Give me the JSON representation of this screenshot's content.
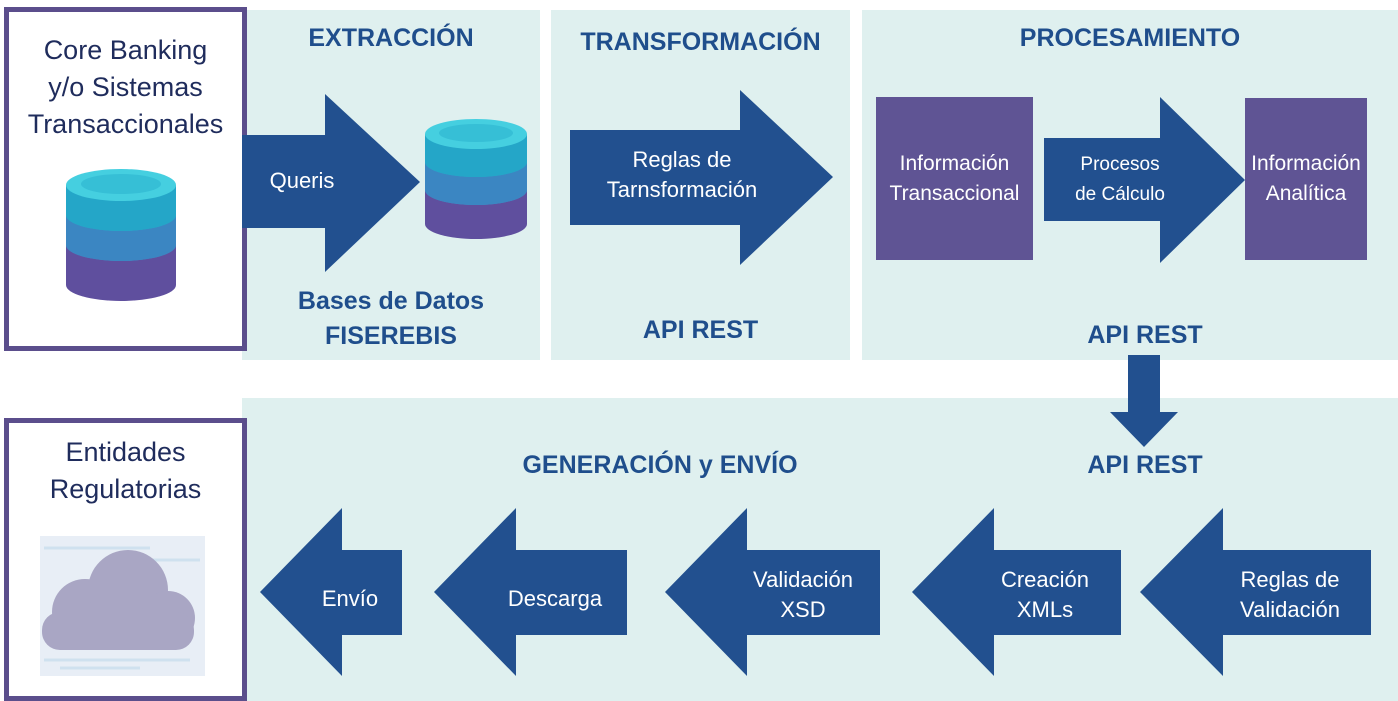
{
  "colors": {
    "panel": "#dff0ef",
    "arrow": "#22508f",
    "purple": "#5f5494",
    "title": "#1f4e8c",
    "border": "#5b4e8c"
  },
  "source": {
    "label_lines": [
      "Core Banking",
      "y/o Sistemas",
      "Transaccionales"
    ],
    "icon": "database-icon"
  },
  "extraccion": {
    "title": "EXTRACCIÓN",
    "arrow_label": "Queris",
    "db_label_lines": [
      "Bases de Datos",
      "FISEREBIS"
    ],
    "icon": "database-icon"
  },
  "transformacion": {
    "title": "TRANSFORMACIÓN",
    "arrow_label_lines": [
      "Reglas de",
      "Tarnsformación"
    ],
    "api": "API REST"
  },
  "procesamiento": {
    "title": "PROCESAMIENTO",
    "left_box_lines": [
      "Información",
      "Transaccional"
    ],
    "arrow_label_lines": [
      "Procesos",
      "de Cálculo"
    ],
    "right_box_lines": [
      "Información",
      "Analítica"
    ],
    "api": "API REST"
  },
  "generacion": {
    "title": "GENERACIÓN y ENVÍO",
    "api": "API REST",
    "steps": [
      {
        "lines": [
          "Reglas de",
          "Validación"
        ]
      },
      {
        "lines": [
          "Creación",
          "XMLs"
        ]
      },
      {
        "lines": [
          "Validación",
          "XSD"
        ]
      },
      {
        "lines": [
          "Descarga"
        ]
      },
      {
        "lines": [
          "Envío"
        ]
      }
    ]
  },
  "destination": {
    "label_lines": [
      "Entidades",
      "Regulatorias"
    ],
    "icon": "cloud-icon"
  }
}
